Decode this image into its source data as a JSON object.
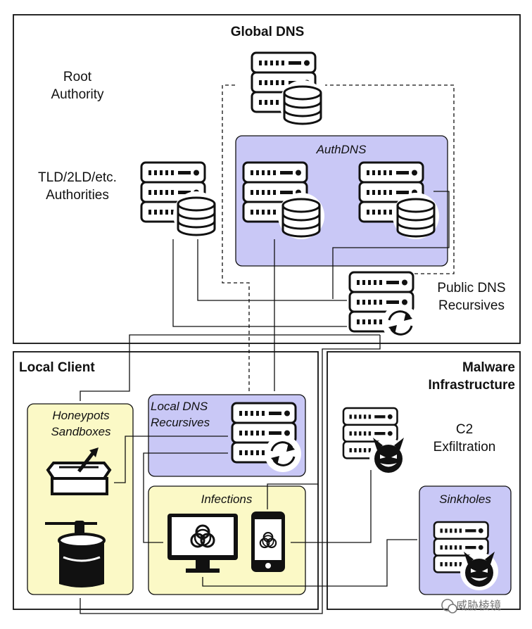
{
  "sections": {
    "global_dns": "Global DNS",
    "local_client": "Local Client",
    "malware_infra_line1": "Malware",
    "malware_infra_line2": "Infrastructure"
  },
  "labels": {
    "root_line1": "Root",
    "root_line2": "Authority",
    "tld_line1": "TLD/2LD/etc.",
    "tld_line2": "Authorities",
    "authdns": "AuthDNS",
    "public_line1": "Public DNS",
    "public_line2": "Recursives",
    "honeypots_line1": "Honeypots",
    "honeypots_line2": "Sandboxes",
    "local_dns_line1": "Local DNS",
    "local_dns_line2": "Recursives",
    "infections": "Infections",
    "c2_line1": "C2",
    "c2_line2": "Exfiltration",
    "sinkholes": "Sinkholes"
  },
  "watermark": "威胁棱镜",
  "colors": {
    "purple_fill": "#c9c8f6",
    "yellow_fill": "#fbf9c6",
    "stroke": "#111111"
  },
  "icons": [
    "server-icon",
    "database-icon",
    "recursive-refresh-icon",
    "devil-face-icon",
    "biohazard-icon",
    "monitor-icon",
    "smartphone-icon",
    "sandbox-shovel-icon",
    "honeypot-icon"
  ]
}
